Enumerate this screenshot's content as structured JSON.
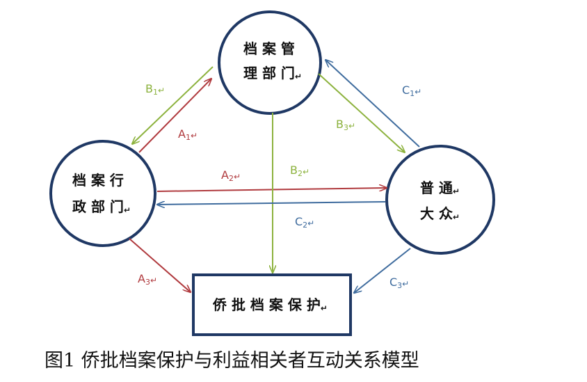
{
  "colors": {
    "a": "#b03a3e",
    "b": "#8cb23d",
    "c": "#3f6c9e",
    "node": "#1f3864"
  },
  "nodes": {
    "archive_mgmt": {
      "line1": "档 案 管",
      "line2": "理 部 门"
    },
    "archive_admin": {
      "line1": "档 案 行",
      "line2": "政 部 门"
    },
    "public": {
      "line1": "普 通",
      "line2": "大 众"
    },
    "protection": {
      "line1": "侨 批 档 案 保 护"
    }
  },
  "return_mark": "↵",
  "edges": {
    "a1": {
      "letter": "A",
      "sub": "1"
    },
    "a2": {
      "letter": "A",
      "sub": "2"
    },
    "a3": {
      "letter": "A",
      "sub": "3"
    },
    "b1": {
      "letter": "B",
      "sub": "1"
    },
    "b2": {
      "letter": "B",
      "sub": "2"
    },
    "b3": {
      "letter": "B",
      "sub": "3"
    },
    "c1": {
      "letter": "C",
      "sub": "1"
    },
    "c2": {
      "letter": "C",
      "sub": "2"
    },
    "c3": {
      "letter": "C",
      "sub": "3"
    }
  },
  "caption": "图1 侨批档案保护与利益相关者互动关系模型"
}
